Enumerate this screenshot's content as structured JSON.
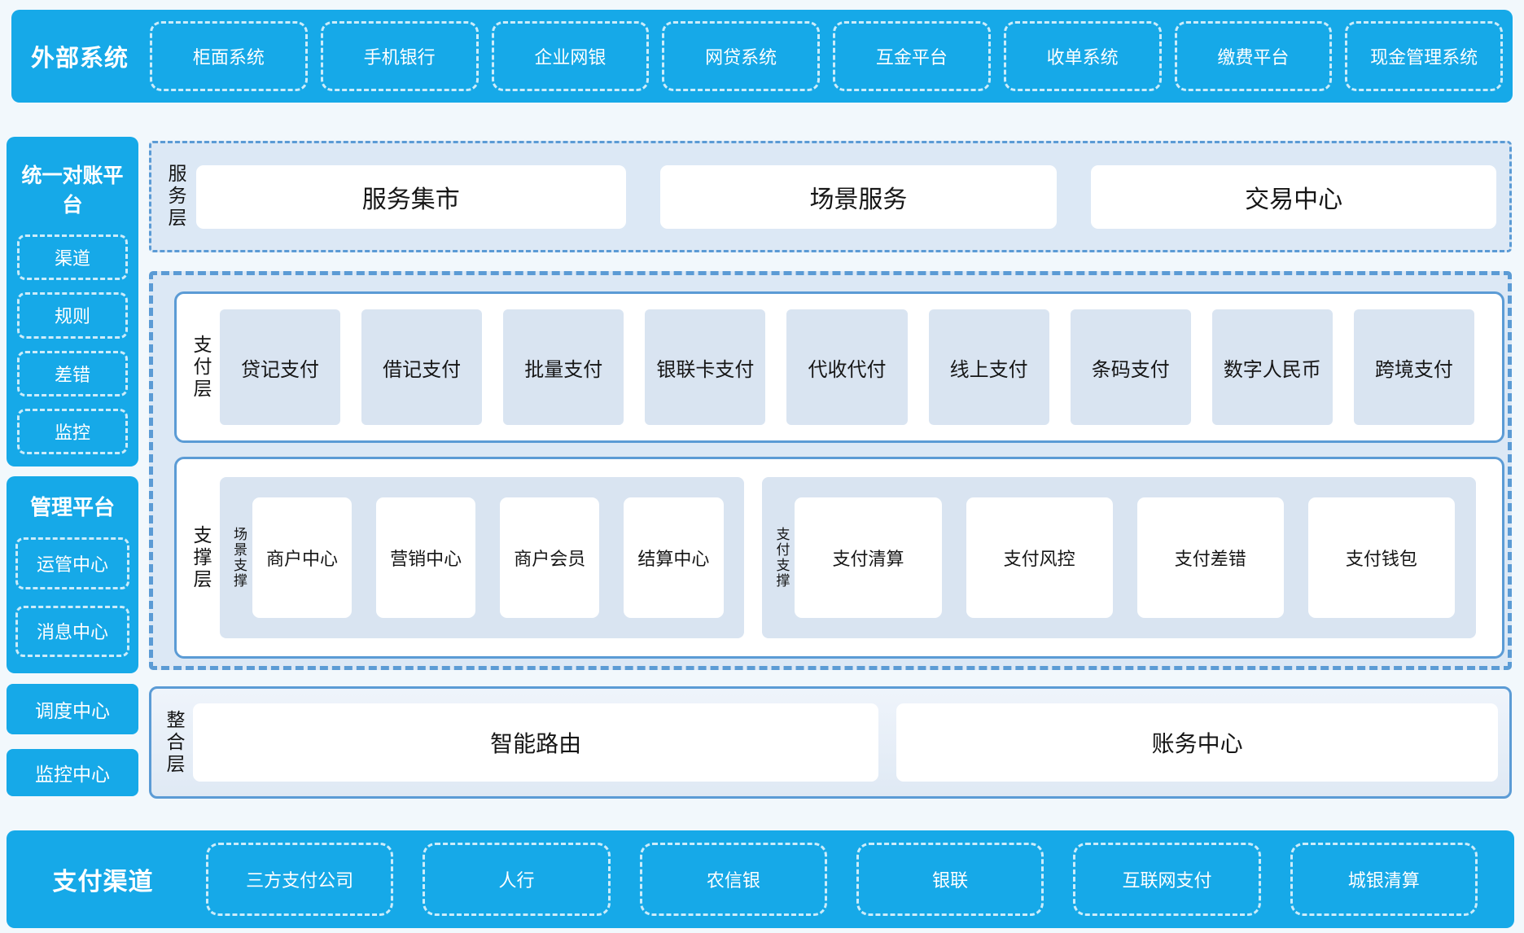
{
  "colors": {
    "primary_blue": "#16A9E8",
    "panel_light_blue": "#DCE8F5",
    "box_light_blue": "#D9E4F1",
    "border_blue": "#5B9BD5",
    "white": "#FFFFFF",
    "page_bg": "#F2F8FC",
    "text_dark": "#161616"
  },
  "top_bar": {
    "title": "外部系统",
    "items": [
      "柜面系统",
      "手机银行",
      "企业网银",
      "网贷系统",
      "互金平台",
      "收单系统",
      "缴费平台",
      "现金管理系统"
    ]
  },
  "sidebar": {
    "reconciliation_panel": {
      "title": "统一对账平台",
      "items": [
        "渠道",
        "规则",
        "差错",
        "监控"
      ]
    },
    "management_panel": {
      "title": "管理平台",
      "items": [
        "运管中心",
        "消息中心"
      ]
    },
    "standalone_items": [
      "调度中心",
      "监控中心"
    ]
  },
  "service_layer": {
    "label": "服务层",
    "items": [
      "服务集市",
      "场景服务",
      "交易中心"
    ]
  },
  "payment_layer": {
    "label": "支付层",
    "items": [
      "贷记支付",
      "借记支付",
      "批量支付",
      "银联卡支付",
      "代收代付",
      "线上支付",
      "条码支付",
      "数字人民币",
      "跨境支付"
    ]
  },
  "support_layer": {
    "label": "支撑层",
    "groups": [
      {
        "label": "场景支撑",
        "items": [
          "商户中心",
          "营销中心",
          "商户会员",
          "结算中心"
        ]
      },
      {
        "label": "支付支撑",
        "items": [
          "支付清算",
          "支付风控",
          "支付差错",
          "支付钱包"
        ]
      }
    ]
  },
  "integration_layer": {
    "label": "整合层",
    "items": [
      "智能路由",
      "账务中心"
    ]
  },
  "bottom_bar": {
    "title": "支付渠道",
    "items": [
      "三方支付公司",
      "人行",
      "农信银",
      "银联",
      "互联网支付",
      "城银清算"
    ]
  }
}
